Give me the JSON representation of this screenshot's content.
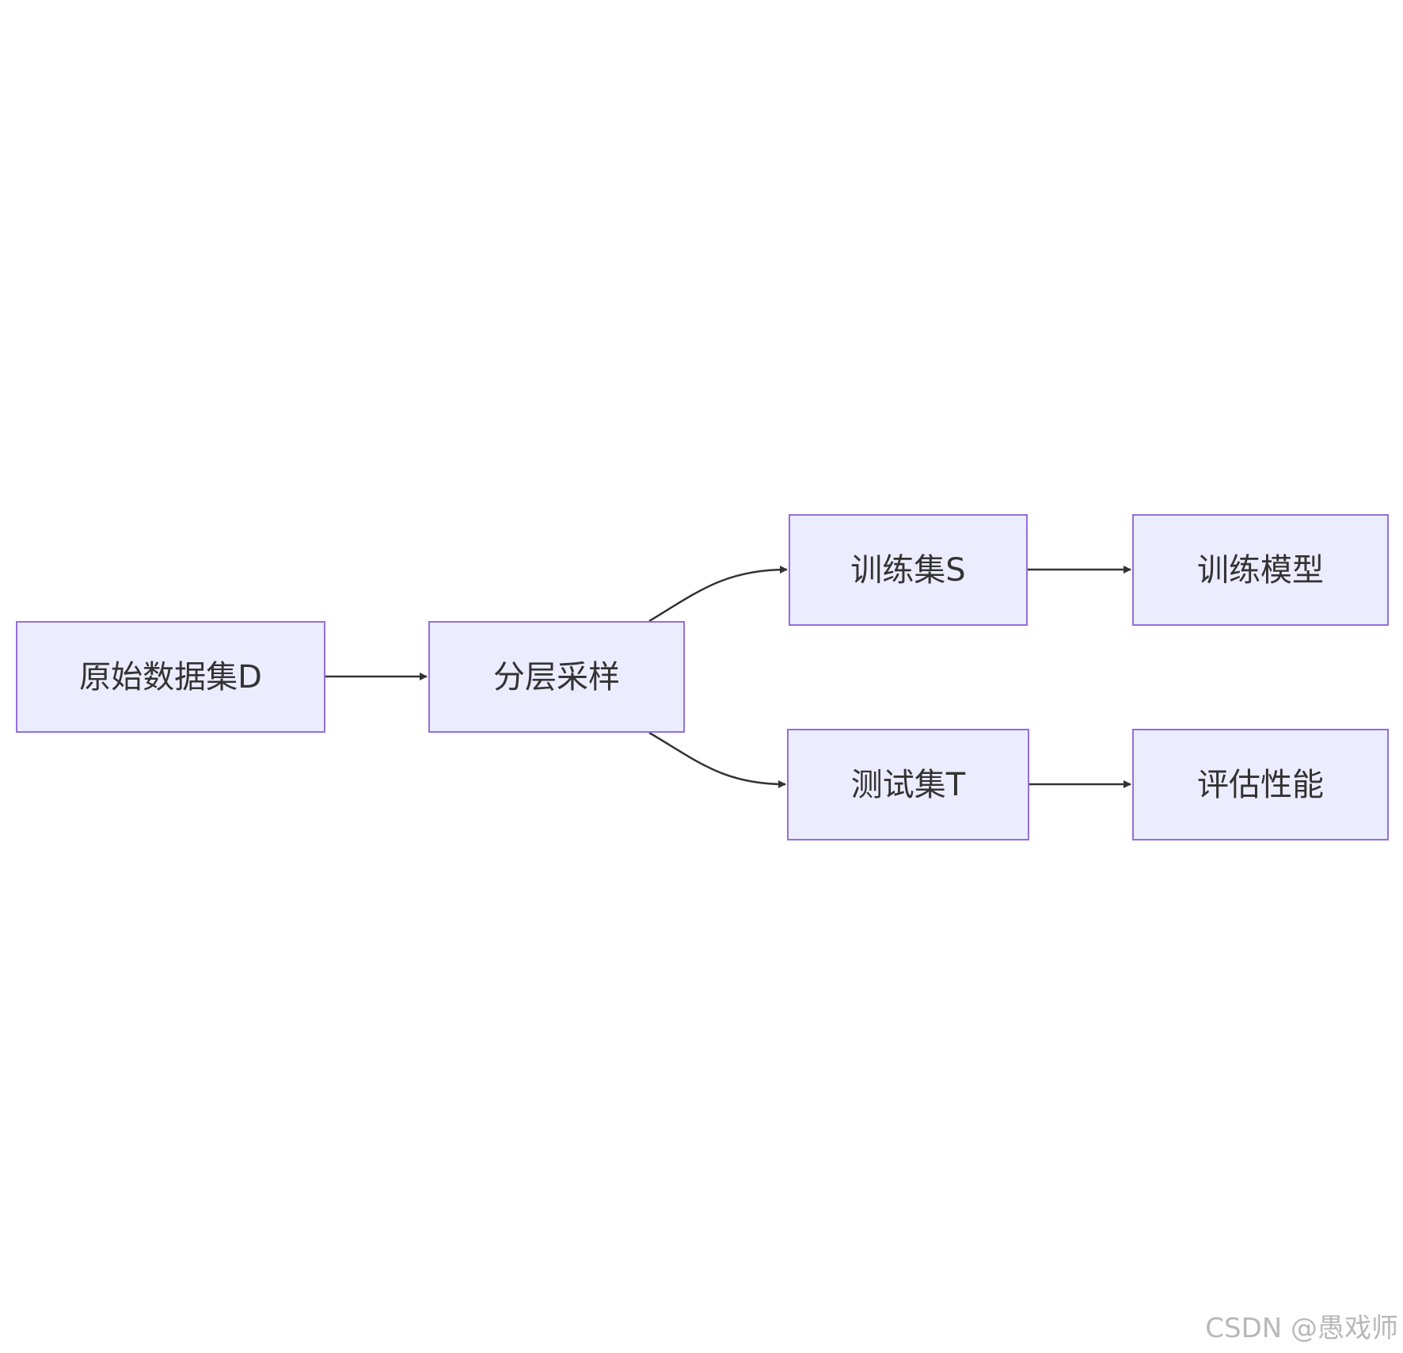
{
  "nodes": {
    "original": "原始数据集D",
    "stratify": "分层采样",
    "train": "训练集S",
    "test": "测试集T",
    "model": "训练模型",
    "eval": "评估性能"
  },
  "edges": [
    {
      "from": "original",
      "to": "stratify"
    },
    {
      "from": "stratify",
      "to": "train"
    },
    {
      "from": "stratify",
      "to": "test"
    },
    {
      "from": "train",
      "to": "model"
    },
    {
      "from": "test",
      "to": "eval"
    }
  ],
  "colors": {
    "node_fill": "#ececff",
    "node_border": "#9370db",
    "edge": "#333333",
    "text": "#333333",
    "watermark": "#b8b8b8"
  },
  "watermark": "CSDN @愚戏师"
}
